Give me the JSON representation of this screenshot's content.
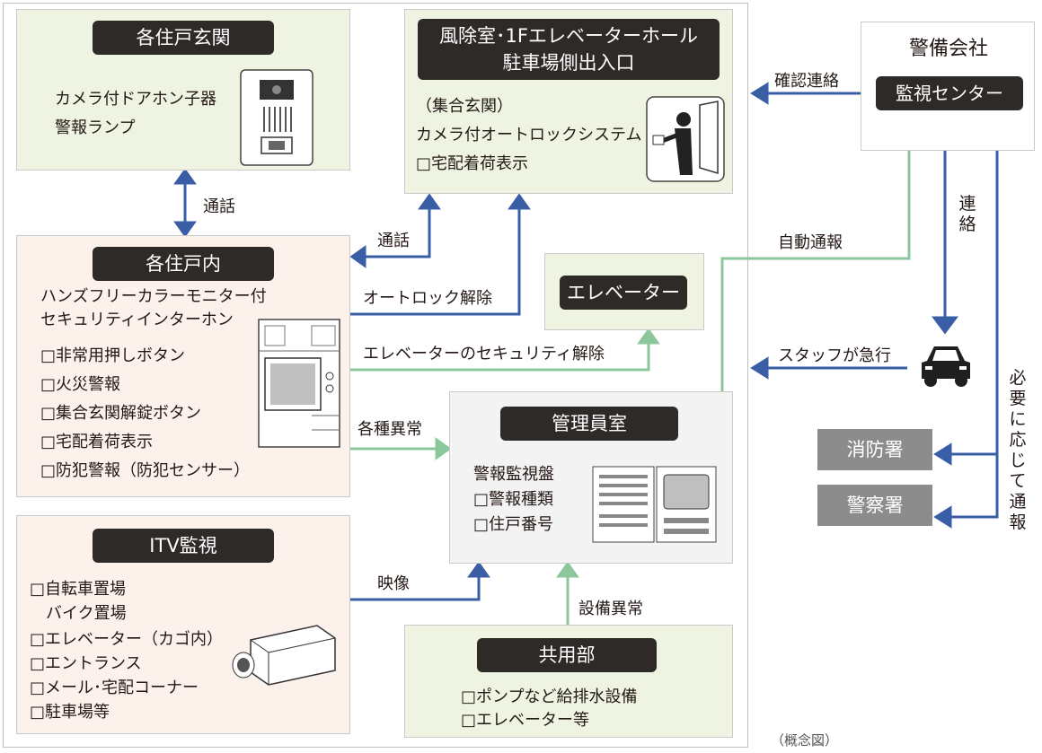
{
  "entrance_each": {
    "title": "各住戸玄関",
    "items": [
      "カメラ付ドアホン子器",
      "警報ランプ"
    ]
  },
  "windbreak": {
    "title_line1": "風除室･1Fエレベーターホール",
    "title_line2": "駐車場側出入口",
    "items": [
      "（集合玄関）",
      "カメラ付オートロックシステム",
      "□宅配着荷表示"
    ]
  },
  "security_company": {
    "title": "警備会社",
    "center": "監視センター"
  },
  "unit_inside": {
    "title": "各住戸内",
    "desc_line1": "ハンズフリーカラーモニター付",
    "desc_line2": "セキュリティインターホン",
    "items": [
      "□非常用押しボタン",
      "□火災警報",
      "□集合玄関解錠ボタン",
      "□宅配着荷表示",
      "□防犯警報（防犯センサー）"
    ]
  },
  "elevator": {
    "title": "エレベーター"
  },
  "management": {
    "title": "管理員室",
    "items": [
      "警報監視盤",
      "□警報種類",
      "□住戸番号"
    ]
  },
  "itv": {
    "title": "ITV監視",
    "items": [
      "□自転車置場",
      "　バイク置場",
      "□エレベーター（カゴ内）",
      "□エントランス",
      "□メール･宅配コーナー",
      "□駐車場等"
    ]
  },
  "common": {
    "title": "共用部",
    "items": [
      "□ポンプなど給排水設備",
      "□エレベーター等"
    ]
  },
  "stations": {
    "fire": "消防署",
    "police": "警察署"
  },
  "labels": {
    "call1": "通話",
    "call2": "通話",
    "autolock_release": "オートロック解除",
    "elevator_release": "エレベーターのセキュリティ解除",
    "various_alarms": "各種異常",
    "video": "映像",
    "equipment_alarm": "設備異常",
    "auto_report": "自動通報",
    "confirm_contact": "確認連絡",
    "contact": "連絡",
    "staff_rush": "スタッフが急行",
    "report_if_needed": "必要に応じて通報"
  },
  "caption": "（概念図）",
  "colors": {
    "blue_arrow": "#3a5ea6",
    "green_arrow": "#8cc79b",
    "pill": "#2e2a28",
    "station": "#8c8c8c"
  }
}
